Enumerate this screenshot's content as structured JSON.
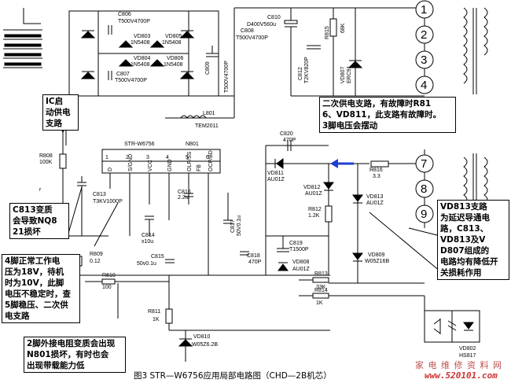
{
  "labels": {
    "c806": "C806",
    "c806_val": "T500V4700P",
    "vd803": "VD803",
    "vd803_val": "1N5408",
    "vd805": "VD805",
    "vd805_val": "1N5408",
    "vd804": "VD804",
    "vd804_val": "1N5408",
    "vd806": "VD806",
    "vd806_val": "1N5408",
    "c807": "C807",
    "c807_val": "T500V4700P",
    "c809": "C809",
    "c809_val": "T500V4700P",
    "c810": "C810",
    "c810_val": "D400V560u",
    "c808": "C808",
    "c808_val": "T500V4700P",
    "r815": "R815",
    "r815_val": "68K",
    "c812": "C812",
    "c812_val": "T2KV820P",
    "vd807": "VD807",
    "vd807_val": "ERC91",
    "l801": "L801",
    "l801_val": "TEM2011",
    "ic_name": "STR-W6756",
    "n801": "N801",
    "ic_pin1": "D",
    "ic_pin2": "S/GND",
    "ic_pin3": "VCC",
    "ic_pin4": "GND",
    "ic_pin5": "OLP/SS",
    "ic_pin6": "FB",
    "ic_pin7": "OCP/BD",
    "ic_num1": "1",
    "ic_num2": "2",
    "ic_num3": "3",
    "ic_num4": "4",
    "ic_num5": "5",
    "ic_num6": "6",
    "r808": "R808",
    "r808_val": "100K",
    "c813": "C813",
    "c813_val": "T3KV1000P",
    "c816": "C816",
    "c816_val": "2.2u",
    "c814": "C814",
    "c814_val": "x10u",
    "c815": "C815",
    "c815_val": "50v0.1u",
    "c817": "C817",
    "c817_val": "50V0.1u",
    "c818": "C818",
    "c818_val": "470P",
    "c820": "C820",
    "c820_val": "470P",
    "vd811": "VD811",
    "vd811_val": "AU01Z",
    "vd812": "VD812",
    "vd812_val": "AU01Z",
    "r812": "R812",
    "r812_val": "1.2K",
    "c819": "C819",
    "c819_val": "T1500P",
    "vd808": "VD808",
    "vd808_val": "AU01Z",
    "r816": "R816",
    "r816_val": "3.3",
    "vd813": "VD813",
    "vd813_val": "AU01Z",
    "vd809": "VD809",
    "vd809_val": "W05Z16B",
    "r809": "R809",
    "r809_val": "0.12",
    "r810": "R810",
    "r810_val": "100",
    "r811": "R811",
    "r811_val": "1K",
    "vd810": "VD810",
    "vd810_val": "W05Z6.2B",
    "r813": "R813",
    "r813_val": "33K",
    "r814": "R814",
    "r814_val": "1K",
    "vd802": "VD802",
    "vd802_val": "HS817",
    "small_r": "r"
  },
  "pins": [
    "1",
    "2",
    "3",
    "4",
    "7",
    "8",
    "9"
  ],
  "callouts": {
    "ic_start": "IC启\n动供电\n支路",
    "c813_note": "C813变质\n会导致NQ8\n21损坏",
    "pin4_note": "4脚正常工作电\n压为18V，待机\n时为10V，此脚\n电压不稳定时，查\n5脚稳压、二次供\n电支路",
    "pin2_note": "2脚外接电阻变质会出现\nN801损坏，有时也会\n出现带载能力低",
    "secondary_note": "二次供电支路，有故障时R81\n6、VD811，此支路有故障时。\n3脚电压会摆动",
    "vd813_note": "VD813支路\n为延迟导通电\n路，C813、\nVD813及V\nD807组成的\n电路均有降低开\n关损耗作用"
  },
  "caption": "图3    STR—W6756应用局部电路图（CHD—2B机芯）",
  "watermark": {
    "line1": "家 电 维 修 资 料 网",
    "line2": "www.520101.com"
  },
  "colors": {
    "ink": "#000000",
    "arrow": "#1f3fd0",
    "watermark": "#cc3333"
  }
}
